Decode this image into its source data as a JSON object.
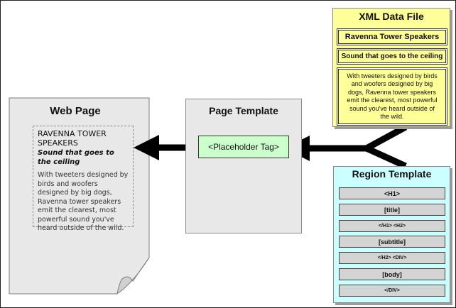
{
  "web_page": {
    "title": "Web Page",
    "heading": "RAVENNA TOWER SPEAKERS",
    "subtitle": "Sound that goes to the ceiling",
    "body": "With tweeters designed by birds and woofers designed by big dogs, Ravenna tower speakers emit the clearest, most powerful sound you've heard outside of the wild."
  },
  "page_template": {
    "title": "Page Template",
    "placeholder": "<Placeholder Tag>"
  },
  "xml_data_file": {
    "title": "XML Data File",
    "fields": [
      "Ravenna Tower Speakers",
      "Sound that goes to the ceiling",
      "With tweeters designed by birds and woofers designed by big dogs, Ravenna tower speakers emit the clearest, most powerful sound you've heard outside of the wild."
    ]
  },
  "region_template": {
    "title": "Region Template",
    "rows": [
      "<H1>",
      "[title]",
      "</H1> <H2>",
      "[subtitle]",
      "</H2> <DIV>",
      "[body]",
      "</DIV>"
    ]
  },
  "colors": {
    "xml_fill": "#ffff99",
    "region_fill": "#ccffff",
    "placeholder_fill": "#ccffcc",
    "template_fill": "#e8e8e8",
    "document_fill": "#e8e8e8"
  }
}
